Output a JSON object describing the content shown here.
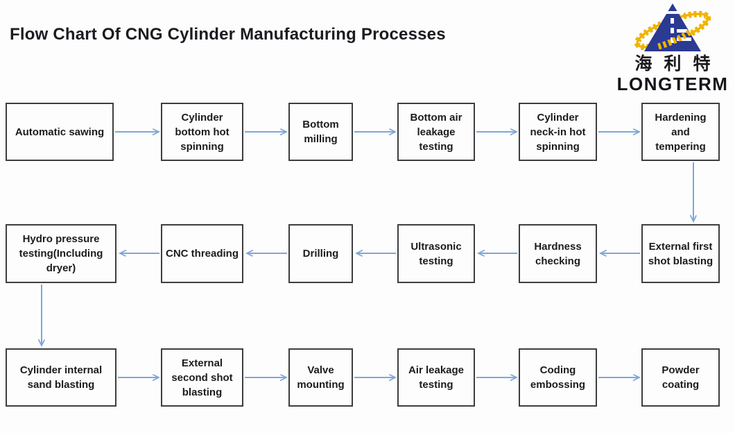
{
  "title": "Flow Chart Of CNG Cylinder Manufacturing Processes",
  "logo": {
    "chinese_name": "海利特",
    "english_name": "LONGTERM"
  },
  "colors": {
    "arrow": "#7ea7d8",
    "box_border": "#3e3e40",
    "box_text": "#1c1c1e",
    "logo_blue": "#2b3a93",
    "logo_yellow": "#f0b400",
    "background": "#fdfdfd"
  },
  "flow": {
    "rows": [
      {
        "direction": "left-to-right",
        "nodes": [
          {
            "label": "Automatic sawing"
          },
          {
            "label": "Cylinder bottom hot spinning"
          },
          {
            "label": "Bottom milling"
          },
          {
            "label": "Bottom air leakage testing"
          },
          {
            "label": "Cylinder neck-in hot spinning"
          },
          {
            "label": "Hardening and tempering"
          }
        ]
      },
      {
        "direction": "right-to-left",
        "nodes": [
          {
            "label": "Hydro pressure testing(Including dryer)"
          },
          {
            "label": "CNC threading"
          },
          {
            "label": "Drilling"
          },
          {
            "label": "Ultrasonic testing"
          },
          {
            "label": "Hardness checking"
          },
          {
            "label": "External first shot blasting"
          }
        ]
      },
      {
        "direction": "left-to-right",
        "nodes": [
          {
            "label": "Cylinder internal sand blasting"
          },
          {
            "label": "External second shot blasting"
          },
          {
            "label": "Valve mounting"
          },
          {
            "label": "Air leakage testing"
          },
          {
            "label": "Coding embossing"
          },
          {
            "label": "Powder coating"
          }
        ]
      }
    ],
    "connectors": [
      "row1: left-to-right arrows between all six steps",
      "down arrow: Hardening and tempering -> External first shot blasting",
      "row2: right-to-left arrows between all six steps",
      "down arrow: Hydro pressure testing(Including dryer) -> Cylinder internal sand blasting",
      "row3: left-to-right arrows between all six steps"
    ]
  }
}
